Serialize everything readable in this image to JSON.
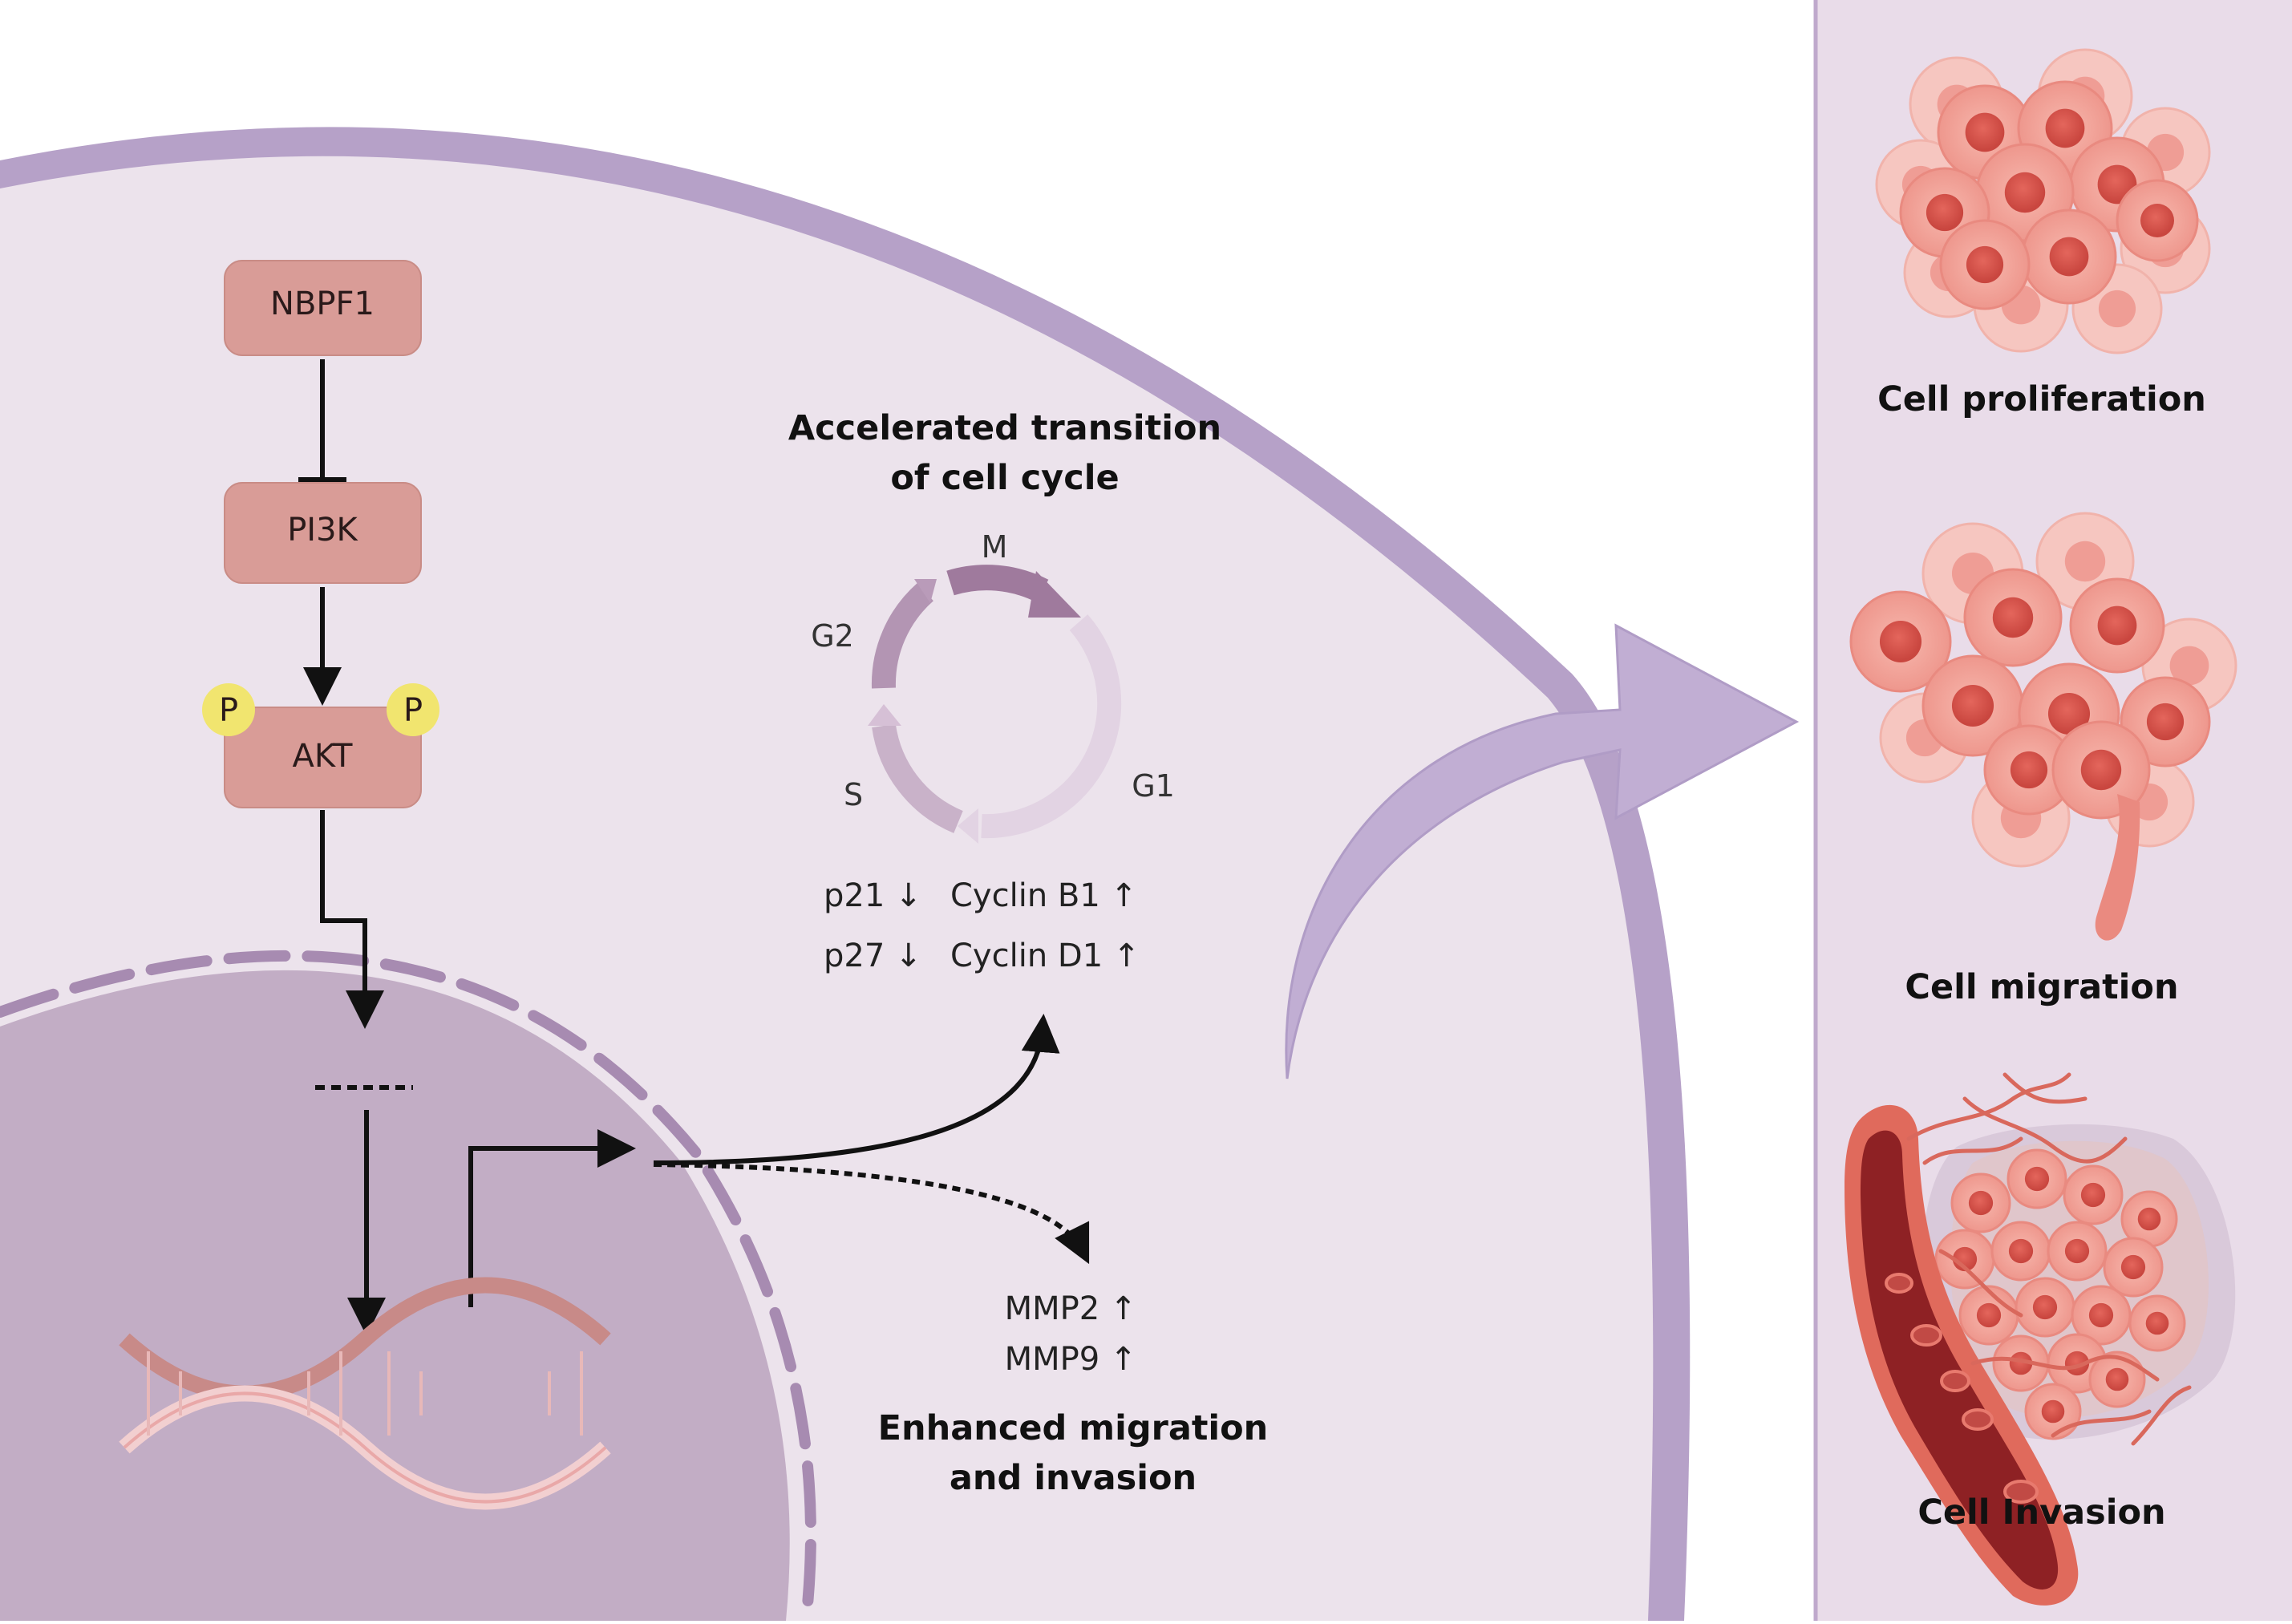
{
  "pathway": {
    "nbpf1": "NBPF1",
    "pi3k": "PI3K",
    "akt": "AKT",
    "phospho_left": "P",
    "phospho_right": "P"
  },
  "cell_cycle": {
    "title_line1": "Accelerated transition",
    "title_line2": "of cell cycle",
    "phase_m": "M",
    "phase_g2": "G2",
    "phase_s": "S",
    "phase_g1": "G1"
  },
  "markers": {
    "p21": "p21 ↓",
    "p27": "p27 ↓",
    "cyclin_b1": "Cyclin B1 ↑",
    "cyclin_d1": "Cyclin D1 ↑",
    "mmp2": "MMP2 ↑",
    "mmp9": "MMP9 ↑"
  },
  "outcome": {
    "line1": "Enhanced migration",
    "line2": "and invasion"
  },
  "side_panel": {
    "proliferation": "Cell proliferation",
    "migration": "Cell migration",
    "invasion": "Cell Invasion"
  },
  "colors": {
    "cell_fill": "#ece3ec",
    "cell_membrane": "#b6a1c8",
    "nucleus": "#c2adc5",
    "protein_box": "#d99c97",
    "phospho": "#f1e56f",
    "panel_bg": "#e9dce9",
    "cancer_cell": "#f2a59d"
  }
}
